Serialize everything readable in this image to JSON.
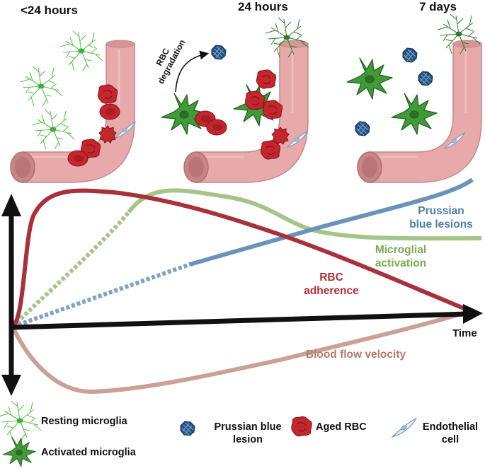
{
  "timepoints": [
    "<24 hours",
    "24 hours",
    "7 days"
  ],
  "annotation": {
    "line1": "RBC",
    "line2": "degradation"
  },
  "axis": {
    "x_label": "Time"
  },
  "curves": [
    {
      "key": "prussian",
      "line1": "Prussian",
      "line2": "blue lesions",
      "color": "#4f7eaa"
    },
    {
      "key": "microglial",
      "line1": "Microglial",
      "line2": "activation",
      "color": "#7bab4d"
    },
    {
      "key": "rbc",
      "line1": "RBC",
      "line2": "adherence",
      "color": "#b22f35"
    },
    {
      "key": "blood",
      "line1": "Blood flow velocity",
      "line2": "",
      "color": "#b47a68"
    }
  ],
  "legend": [
    {
      "icon": "resting-microglia-icon",
      "line1": "Resting microglia",
      "line2": ""
    },
    {
      "icon": "activated-microglia-icon",
      "line1": "Activated microglia",
      "line2": ""
    },
    {
      "icon": "prussian-blue-lesion-icon",
      "line1": "Prussian blue",
      "line2": "lesion"
    },
    {
      "icon": "aged-rbc-icon",
      "line1": "Aged RBC",
      "line2": ""
    },
    {
      "icon": "endothelial-cell-icon",
      "line1": "Endothelial",
      "line2": "cell"
    }
  ],
  "colors": {
    "vessel": "#e7a9a9",
    "vessel_dark": "#c98585",
    "rbc": "#c5262e",
    "activated": "#3f9a37",
    "resting": "#5cc24f",
    "prussian": "#25507e",
    "axis": "#111111"
  }
}
